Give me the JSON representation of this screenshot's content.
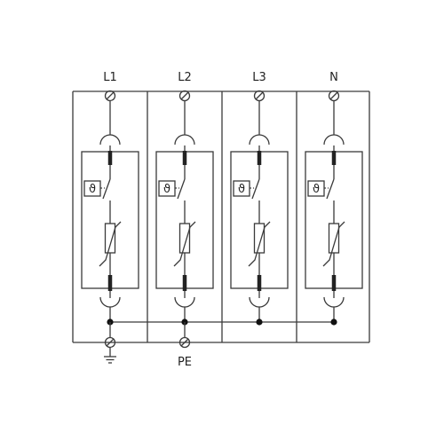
{
  "diagram": {
    "modules": [
      {
        "terminal_label": "L1",
        "thermal_symbol": "ϑ"
      },
      {
        "terminal_label": "L2",
        "thermal_symbol": "ϑ"
      },
      {
        "terminal_label": "L3",
        "thermal_symbol": "ϑ"
      },
      {
        "terminal_label": "N",
        "thermal_symbol": "ϑ"
      }
    ],
    "bottom_terminals": [
      {
        "label": "⏚"
      },
      {
        "label": "PE"
      }
    ],
    "colors": {
      "line": "#3a3a3a",
      "background": "#ffffff"
    },
    "icons": [
      "terminal-screw-icon",
      "fuse-disconnector-icon",
      "thermal-disconnector-icon",
      "varistor-icon",
      "ground-icon",
      "junction-dot-icon"
    ]
  }
}
